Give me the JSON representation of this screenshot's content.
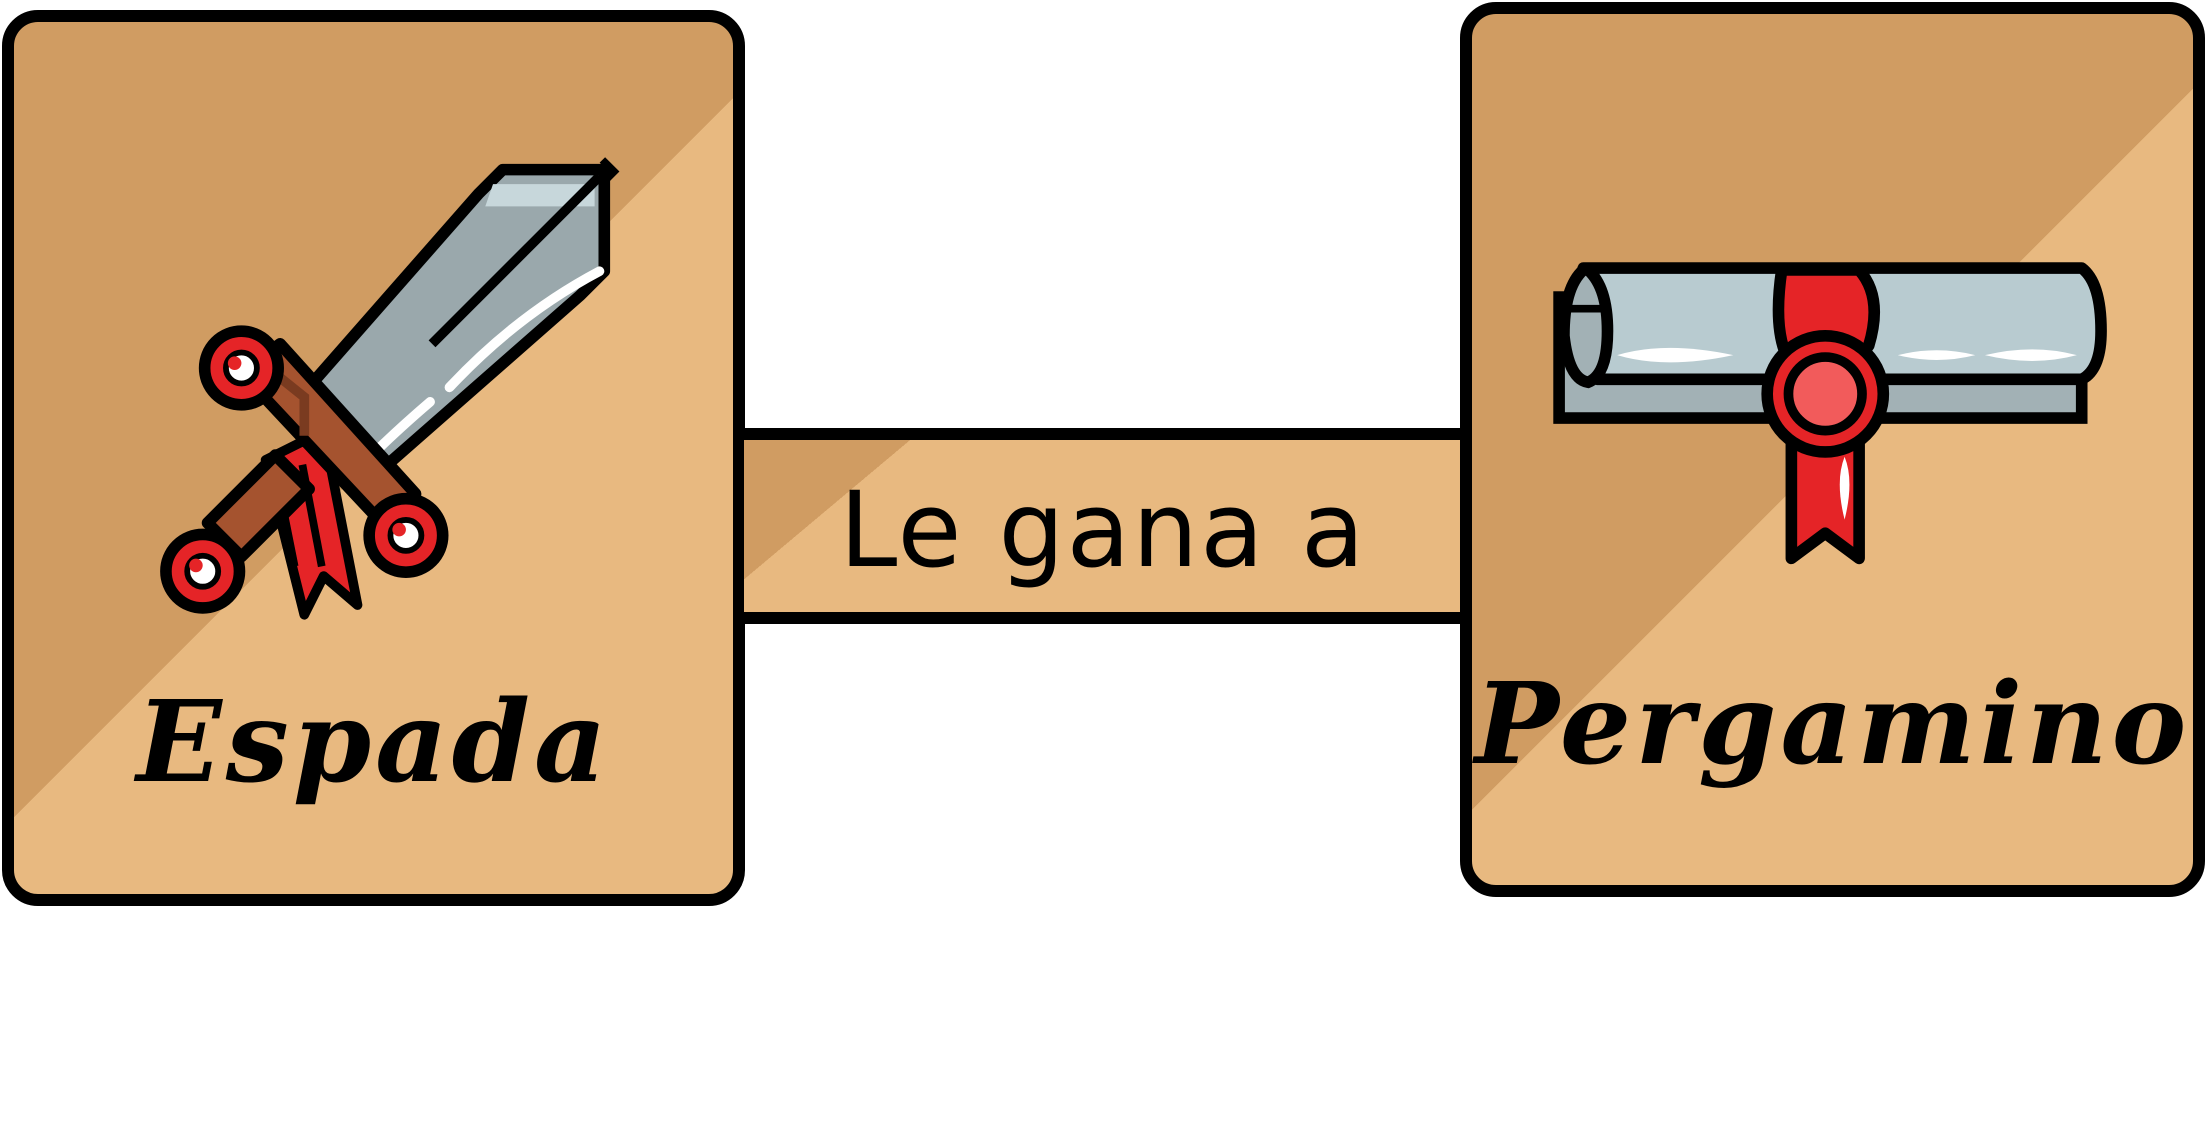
{
  "cards": {
    "left": {
      "title": "Espada",
      "icon": "sword-icon"
    },
    "right": {
      "title": "Pergamino",
      "icon": "scroll-icon"
    }
  },
  "connector": {
    "text": "Le gana a"
  },
  "colors": {
    "card_dark": "#d09c62",
    "card_light": "#e8b980",
    "outline": "#000000",
    "ribbon_red": "#e52427",
    "blade_grey": "#a2b1b5",
    "handle_brown": "#a5532f"
  }
}
